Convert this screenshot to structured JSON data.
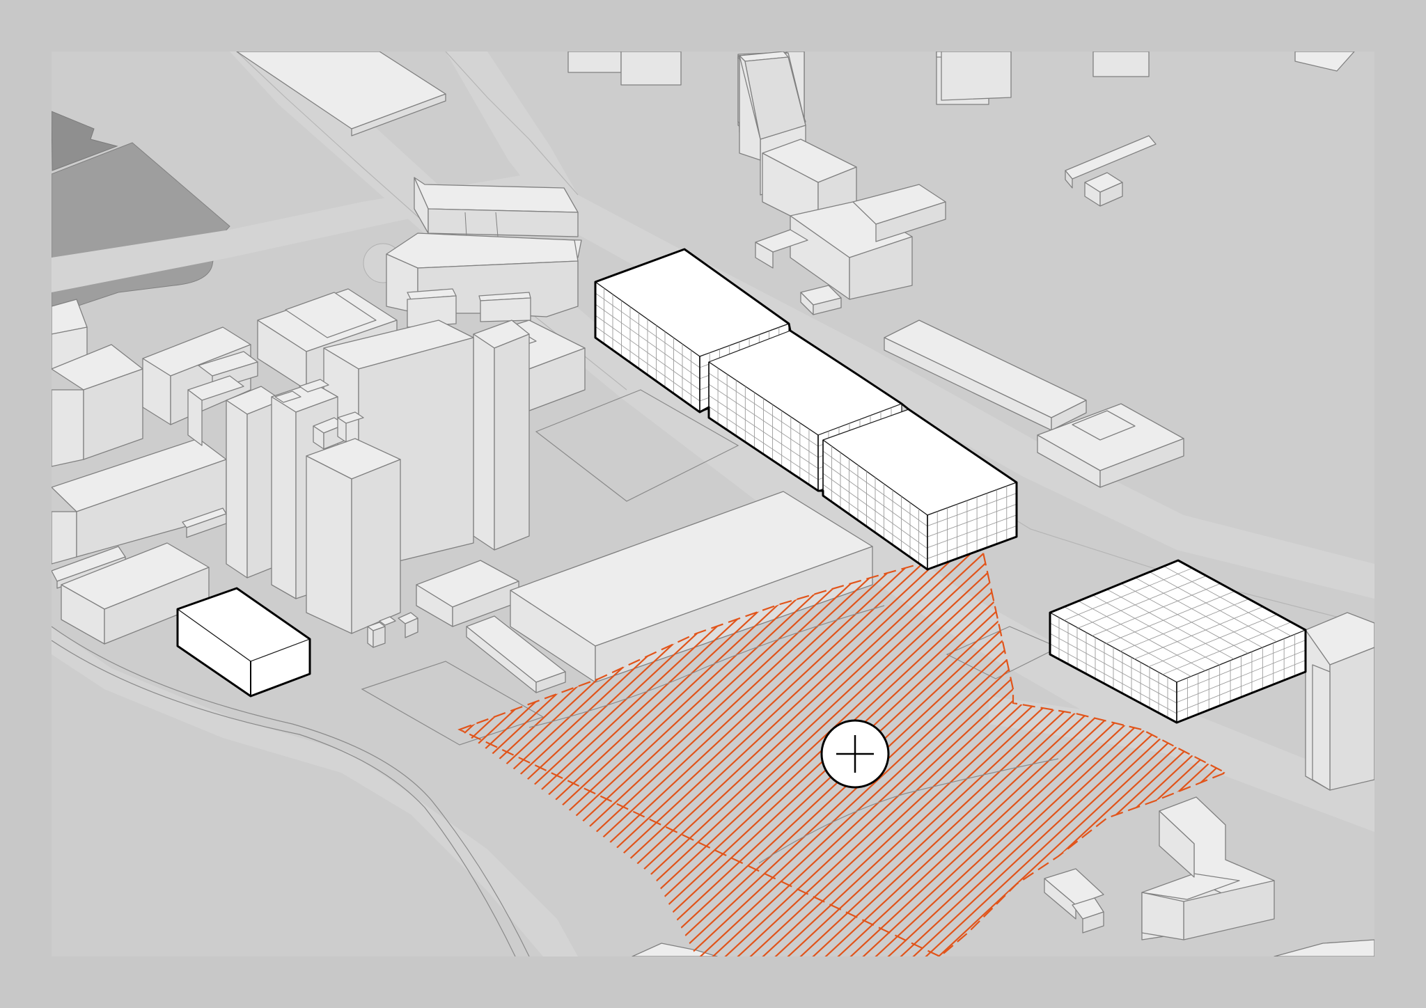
{
  "diagram": {
    "colors": {
      "background_frame": "#c8c8c8",
      "map_ground": "#cdcdcd",
      "road": "#d4d4d4",
      "green_area": "#9e9e9e",
      "context_building": "#e6e6e6",
      "highlighted_building": "#ffffff",
      "site_hatch": "#e1541a"
    },
    "site_marker": {
      "icon": "plus-circle-icon"
    },
    "highlighted_buildings": [
      "highlighted-building-small",
      "highlighted-building-chain-1",
      "highlighted-building-chain-2",
      "highlighted-building-chain-3",
      "highlighted-building-right-block"
    ]
  }
}
